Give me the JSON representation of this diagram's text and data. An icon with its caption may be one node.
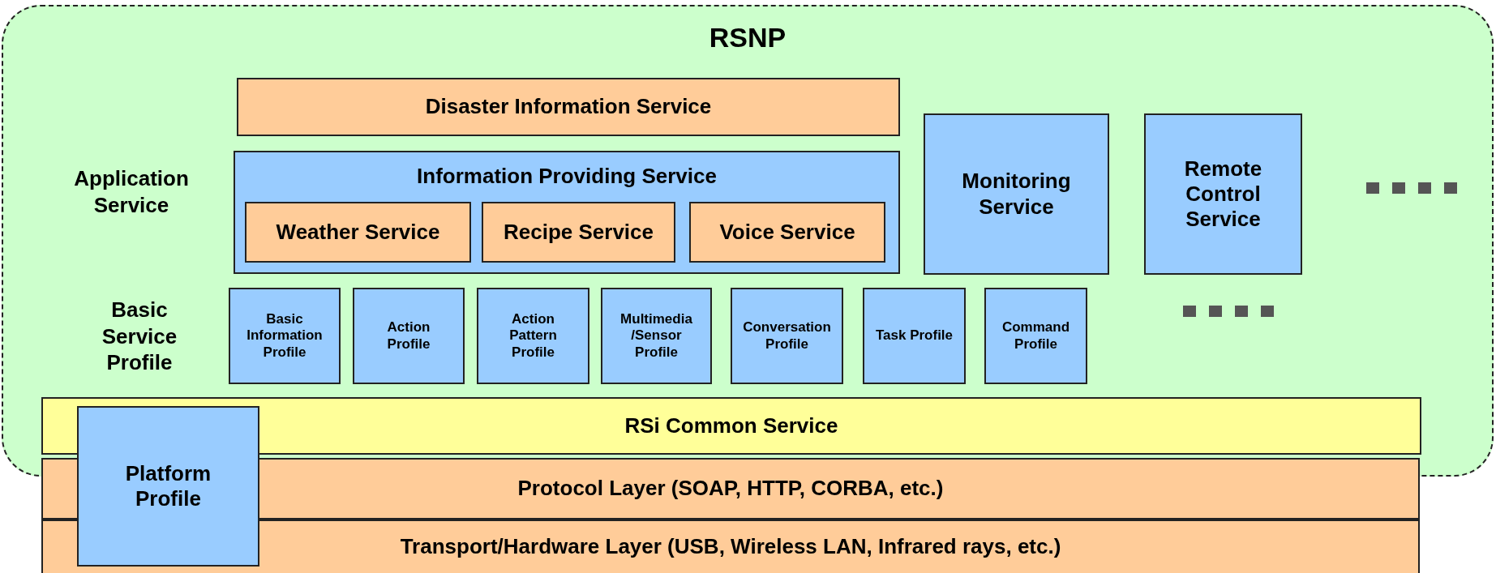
{
  "diagram": {
    "nodes": [
      {
        "text": [
          "RSNP"
        ]
      },
      {
        "text": [
          "Disaster Information Service"
        ],
        "in": 0
      },
      {
        "text": [
          "Information Providing Service"
        ],
        "in": 0
      },
      {
        "text": [
          "Weather Service"
        ],
        "in": 2
      },
      {
        "text": [
          "Recipe Service"
        ],
        "in": 2
      },
      {
        "text": [
          "Voice Service"
        ],
        "in": 2
      },
      {
        "text": [
          "Monitoring Service"
        ],
        "in": 0
      },
      {
        "text": [
          "Remote Control Service"
        ],
        "in": 0
      },
      {
        "text": [
          "Basic Information Profile"
        ],
        "in": 0
      },
      {
        "text": [
          "Action Profile"
        ],
        "in": 0
      },
      {
        "text": [
          "Action Pattern Profile"
        ],
        "in": 0
      },
      {
        "text": [
          "Multimedia /Sensor Profile"
        ],
        "in": 0
      },
      {
        "text": [
          "Conversation Profile"
        ],
        "in": 0
      },
      {
        "text": [
          "Task Profile"
        ],
        "in": 0
      },
      {
        "text": [
          "Command Profile"
        ],
        "in": 0
      },
      {
        "text": [
          "RSi Common Service"
        ],
        "in": 0
      },
      {
        "text": [
          "Platform Profile"
        ]
      },
      {
        "text": [
          "Protocol Layer (SOAP, HTTP, CORBA, etc.)"
        ]
      },
      {
        "text": [
          "Transport/Hardware Layer (USB, Wireless LAN, Infrared rays, etc.)"
        ]
      }
    ],
    "edges": [],
    "labels": [
      "Application Service",
      "Basic Service Profile"
    ]
  }
}
